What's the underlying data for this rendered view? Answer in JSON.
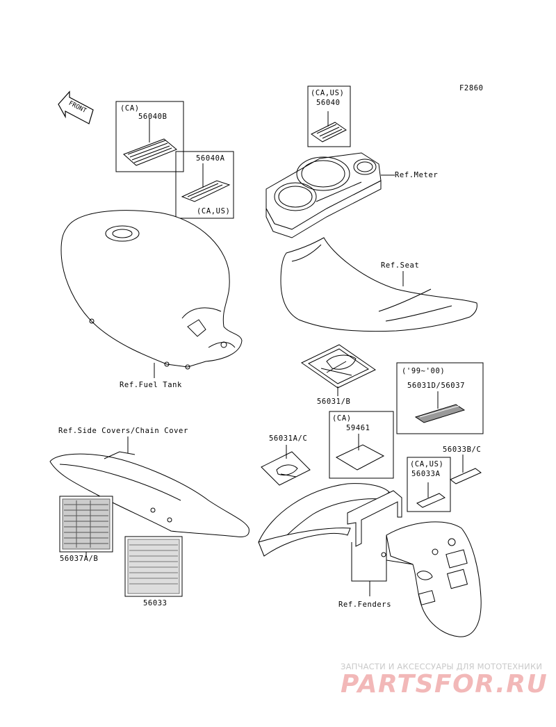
{
  "figure_code": "F2860",
  "front_arrow": "FRONT",
  "labels": {
    "ca_56040b_region": "(CA)",
    "p56040b": "56040B",
    "p56040a": "56040A",
    "ca_us_56040a_region": "(CA,US)",
    "ca_us_56040_region": "(CA,US)",
    "p56040": "56040",
    "ref_meter": "Ref.Meter",
    "ref_seat": "Ref.Seat",
    "ref_fuel_tank": "Ref.Fuel Tank",
    "year_range": "('99~'00)",
    "p56031d_56037": "56031D/56037",
    "p56031b": "56031/B",
    "ca_59461_region": "(CA)",
    "p59461": "59461",
    "ref_side_covers": "Ref.Side Covers/Chain Cover",
    "p56031ac": "56031A/C",
    "p56033bc": "56033B/C",
    "ca_us_56033a_region": "(CA,US)",
    "p56033a": "56033A",
    "p56037ab": "56037A/B",
    "p56033": "56033",
    "ref_fenders": "Ref.Fenders"
  },
  "watermark": {
    "subtitle": "ЗАПЧАСТИ И АКСЕССУАРЫ ДЛЯ МОТОТЕХНИКИ",
    "logo_text": "PARTSFOR.RU",
    "color": "#f2b8b8"
  }
}
